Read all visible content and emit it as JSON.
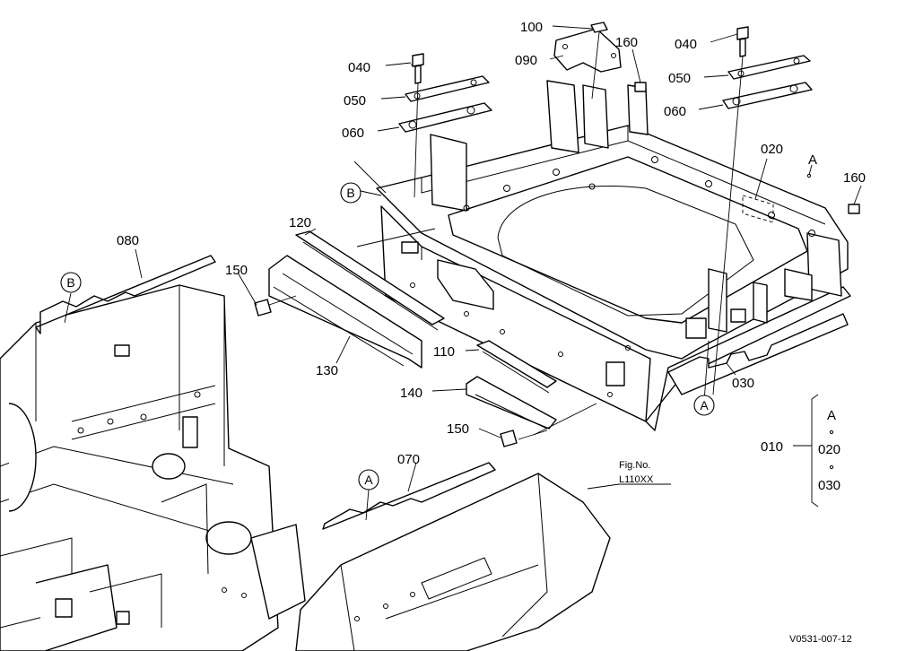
{
  "callouts": {
    "p040a": "040",
    "p050a": "050",
    "p060a": "060",
    "p040b": "040",
    "p050b": "050",
    "p060b": "060",
    "p100": "100",
    "p090": "090",
    "p160a": "160",
    "p160b": "160",
    "p020": "020",
    "p030": "030",
    "p120": "120",
    "p080": "080",
    "p150a": "150",
    "p150b": "150",
    "p130": "130",
    "p110": "110",
    "p140": "140",
    "p070": "070"
  },
  "refs": {
    "a_top": "A",
    "a_mid": "A",
    "a_low": "A",
    "b_top": "B",
    "b_left": "B"
  },
  "legend": {
    "main": "010",
    "ref": "A",
    "sub1": "020",
    "sub2": "030"
  },
  "figure": {
    "line1": "Fig.No.",
    "line2": "L110XX"
  },
  "drawing_id": "V0531-007-12"
}
